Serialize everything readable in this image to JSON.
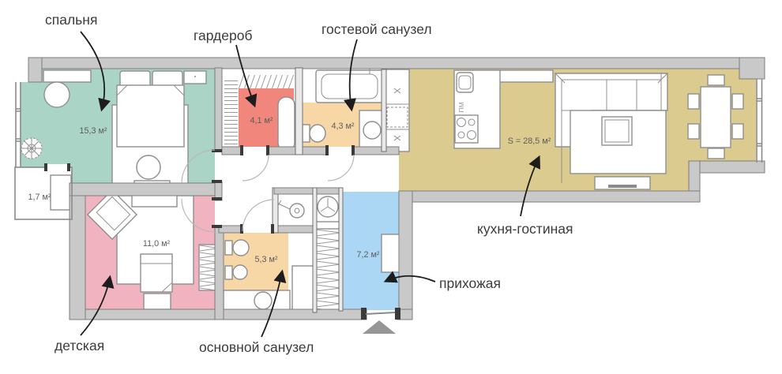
{
  "plan": {
    "rooms": {
      "bedroom": {
        "label": "спальня",
        "area": "15,3 м²",
        "color": "#a9d4c6"
      },
      "wardrobe": {
        "label": "гардероб",
        "area": "4,1 м²",
        "color": "#f0867c"
      },
      "guest_bathroom": {
        "label": "гостевой санузел",
        "area": "4,3 м²",
        "color": "#f8d7a6"
      },
      "kitchen_living": {
        "label": "кухня-гостиная",
        "area": "S = 28,5 м²",
        "color": "#dccb8e"
      },
      "children_room": {
        "label": "детская",
        "area": "11,0 м²",
        "color": "#f2b3c0"
      },
      "main_bathroom": {
        "label": "основной санузел",
        "area": "5,3 м²",
        "color": "#f8d7a6"
      },
      "hallway": {
        "label": "прихожая",
        "area": "7,2 м²",
        "color": "#abd6f4"
      },
      "balcony": {
        "area": "1,7 м²"
      }
    },
    "annotations": {
      "dishwasher": "ПМ"
    },
    "entrance_color": "#969696"
  }
}
